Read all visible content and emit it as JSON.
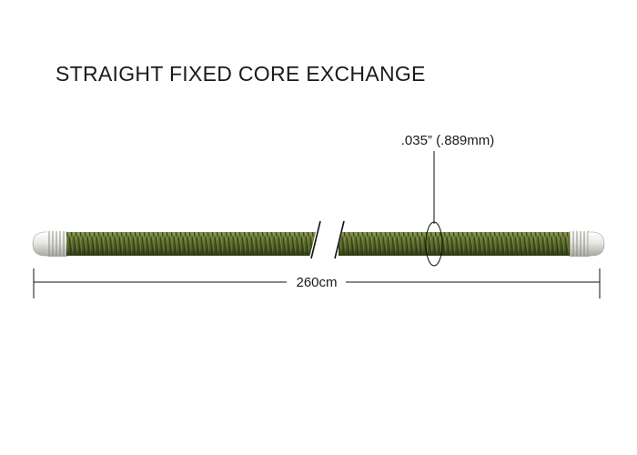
{
  "title": "STRAIGHT FIXED CORE EXCHANGE",
  "diameter_label": ".035” (.889mm)",
  "length_label": "260cm",
  "colors": {
    "coil": "#5a6a2e",
    "coil_dark": "#34401a",
    "coil_light": "#8b9a55",
    "tip": "#e6e6e0",
    "line": "#222222"
  }
}
